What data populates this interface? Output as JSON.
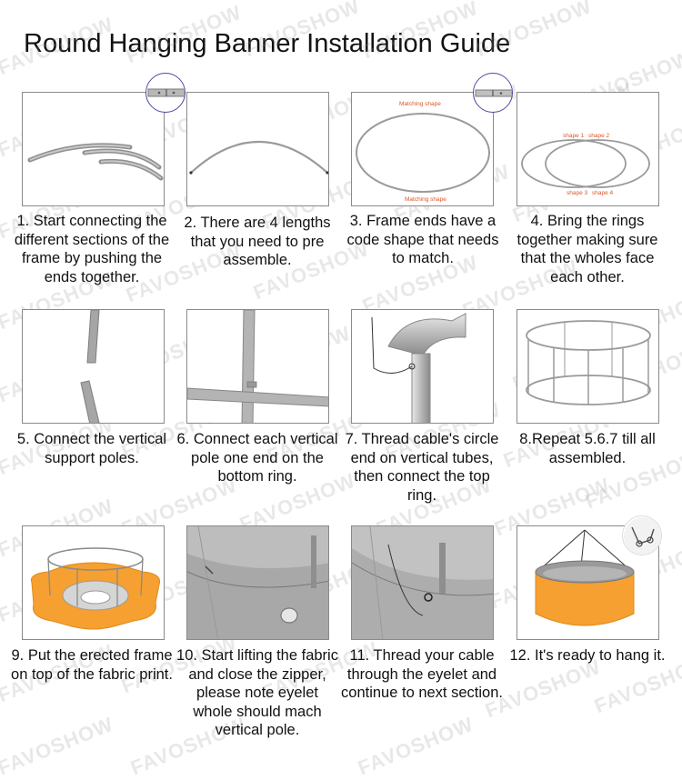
{
  "title": "Round Hanging Banner Installation Guide",
  "watermark": "FAVOSHOW",
  "colors": {
    "frame": "#9a9a9a",
    "fabric": "#f5a031",
    "label": "#d8572a",
    "inset_ring": "#4a4aa0"
  },
  "steps": [
    {
      "caption": "1. Start connecting the different sections of the frame by pushing the ends together.",
      "icon": "frame-sections-icon"
    },
    {
      "caption": "2. There are 4 lengths that you need to pre assemble.",
      "icon": "arc-frame-icon"
    },
    {
      "caption": "3. Frame ends have a code shape that needs to match.",
      "icon": "ring-frame-icon",
      "labels": [
        "Matching shape",
        "Matching shape"
      ]
    },
    {
      "caption": "4. Bring the rings together making sure that the wholes face each other.",
      "icon": "two-rings-icon",
      "labels": [
        "shape 1",
        "shape 2",
        "shape 3",
        "shape 4"
      ]
    },
    {
      "caption": "5. Connect the vertical support poles.",
      "icon": "vertical-pole-icon"
    },
    {
      "caption": "6. Connect each vertical pole one end on the bottom ring.",
      "icon": "pole-ring-joint-icon"
    },
    {
      "caption": "7. Thread cable's circle end on vertical tubes, then connect the top ring.",
      "icon": "cable-tube-icon"
    },
    {
      "caption": "8.Repeat 5.6.7 till all assembled.",
      "icon": "assembled-frame-icon"
    },
    {
      "caption": "9. Put the erected frame on top of the fabric print.",
      "icon": "frame-on-fabric-icon"
    },
    {
      "caption": "10. Start lifting the fabric and close the zipper, please note eyelet whole should mach vertical pole.",
      "icon": "fabric-zipper-icon"
    },
    {
      "caption": "11. Thread your cable through the eyelet and continue to next section.",
      "icon": "cable-eyelet-icon"
    },
    {
      "caption": "12. It's ready to hang it.",
      "icon": "hanging-banner-icon"
    }
  ]
}
